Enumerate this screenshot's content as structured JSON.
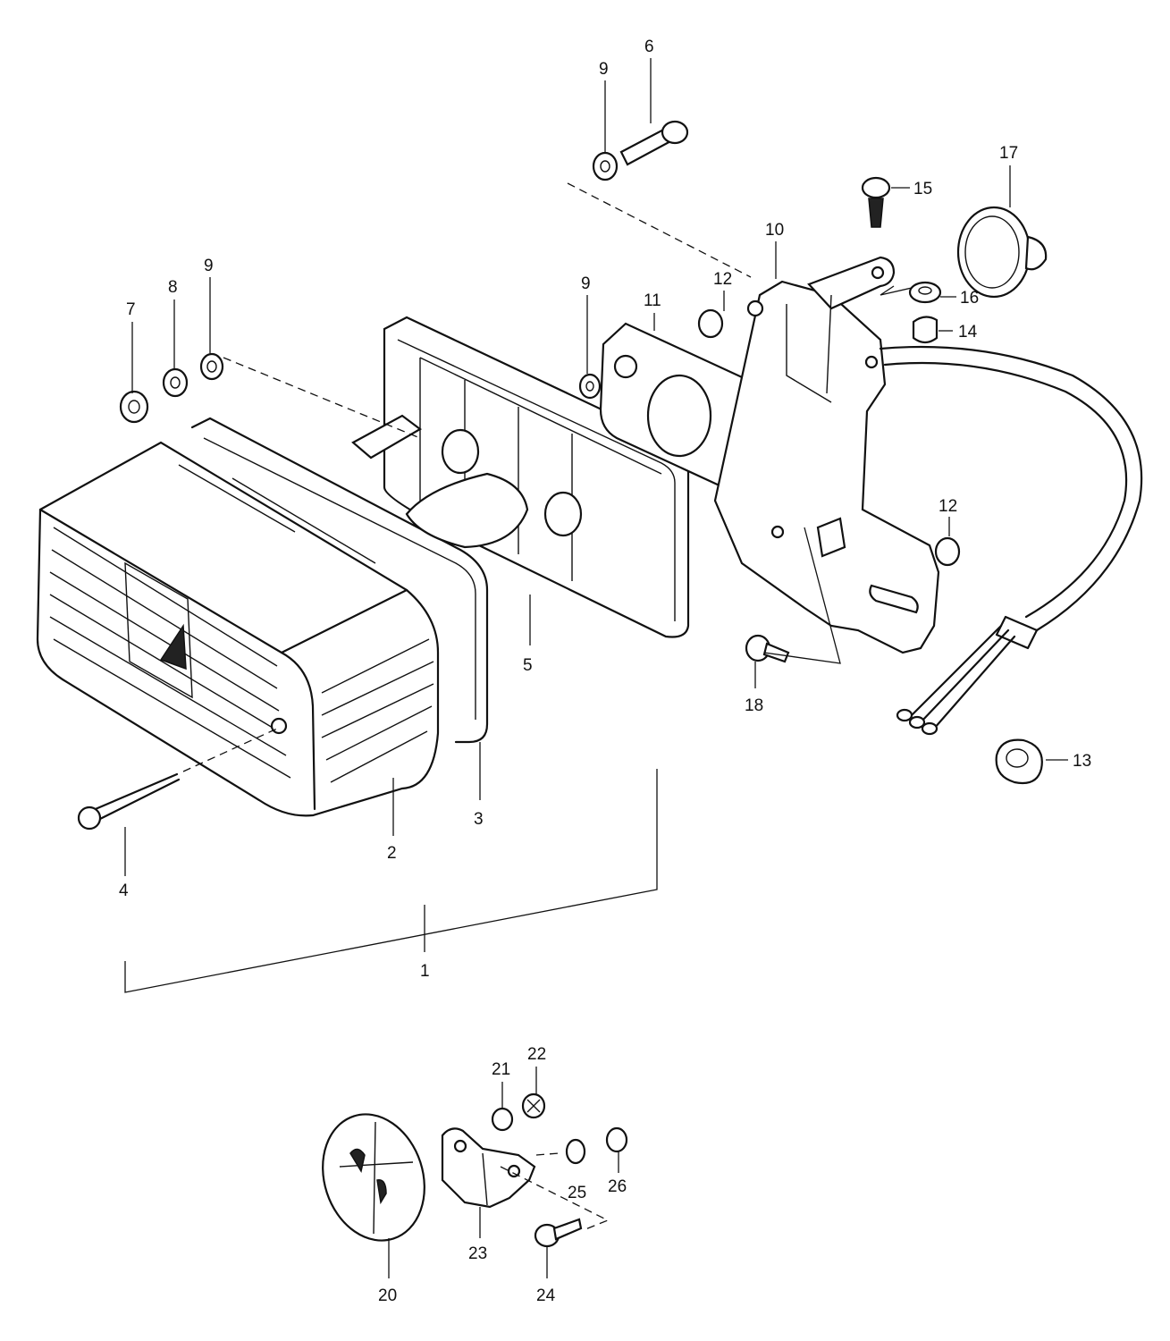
{
  "diagram": {
    "callouts": [
      {
        "id": "c1",
        "text": "1"
      },
      {
        "id": "c2",
        "text": "2"
      },
      {
        "id": "c3",
        "text": "3"
      },
      {
        "id": "c4",
        "text": "4"
      },
      {
        "id": "c5",
        "text": "5"
      },
      {
        "id": "c6",
        "text": "6"
      },
      {
        "id": "c7",
        "text": "7"
      },
      {
        "id": "c8",
        "text": "8"
      },
      {
        "id": "c9a",
        "text": "9"
      },
      {
        "id": "c9b",
        "text": "9"
      },
      {
        "id": "c9c",
        "text": "9"
      },
      {
        "id": "c10",
        "text": "10"
      },
      {
        "id": "c11",
        "text": "11"
      },
      {
        "id": "c12a",
        "text": "12"
      },
      {
        "id": "c12b",
        "text": "12"
      },
      {
        "id": "c13",
        "text": "13"
      },
      {
        "id": "c14",
        "text": "14"
      },
      {
        "id": "c15",
        "text": "15"
      },
      {
        "id": "c16",
        "text": "16"
      },
      {
        "id": "c17",
        "text": "17"
      },
      {
        "id": "c18",
        "text": "18"
      },
      {
        "id": "c20",
        "text": "20"
      },
      {
        "id": "c21",
        "text": "21"
      },
      {
        "id": "c22",
        "text": "22"
      },
      {
        "id": "c23",
        "text": "23"
      },
      {
        "id": "c24",
        "text": "24"
      },
      {
        "id": "c25",
        "text": "25"
      },
      {
        "id": "c26",
        "text": "26"
      }
    ]
  }
}
